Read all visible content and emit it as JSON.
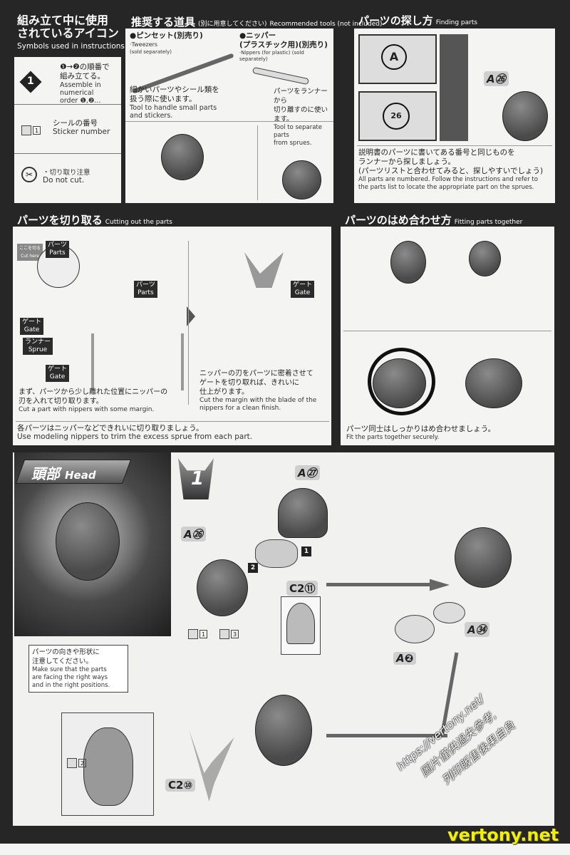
{
  "symbols": {
    "title_jp_1": "組み立て中に使用",
    "title_jp_2": "されているアイコン",
    "title_en": "Symbols used in instructions",
    "step_order_jp_1": "❶→❷の順番で",
    "step_order_jp_2": "組み立てる。",
    "step_order_en_1": "Assemble in numerical",
    "step_order_en_2": "order ❶,❷...",
    "step_icon": "1",
    "sticker_jp": "シールの番号",
    "sticker_en": "Sticker number",
    "sticker_num": "1",
    "nocut_jp": "・切り取り注意",
    "nocut_en": "Do not cut."
  },
  "tools": {
    "title_jp": "推奨する道具",
    "title_note": "(別に用意してください)",
    "title_en": "Recommended tools (not included)",
    "tweezers_jp": "●ピンセット(別売り)",
    "tweezers_en": "·Tweezers",
    "tweezers_note": "(sold separately)",
    "tweezers_desc_jp_1": "細かいパーツやシール類を",
    "tweezers_desc_jp_2": "扱う際に使います。",
    "tweezers_desc_en_1": "Tool to handle small parts",
    "tweezers_desc_en_2": "and stickers.",
    "nippers_jp_1": "●ニッパー",
    "nippers_jp_2": "(プラスチック用)(別売り)",
    "nippers_en": "·Nippers (for plastic) (sold separately)",
    "nippers_desc_jp_1": "パーツをランナーから",
    "nippers_desc_jp_2": "切り離すのに使います。",
    "nippers_desc_en_1": "Tool to separate parts",
    "nippers_desc_en_2": "from sprues."
  },
  "finding": {
    "title_jp": "パーツの探し方",
    "title_en": "Finding parts",
    "runner_letter": "A",
    "runner_number": "26",
    "part_label": "A㉖",
    "desc_jp_1": "説明書のパーツに書いてある番号と同じものを",
    "desc_jp_2": "ランナーから探しましょう。",
    "desc_jp_3": "(パーツリストと合わせてみると、探しやすいでしょう)",
    "desc_en_1": "All parts are numbered. Follow the instructions and refer to",
    "desc_en_2": "the parts list to locate the appropriate part on the sprues."
  },
  "cutting": {
    "title_jp": "パーツを切り取る",
    "title_en": "Cutting out the parts",
    "cut_here_jp": "ここを切る",
    "cut_here_en": "Cut here",
    "parts_jp": "パーツ",
    "parts_en": "Parts",
    "gate_jp": "ゲート",
    "gate_en": "Gate",
    "sprue_jp": "ランナー",
    "sprue_en": "Sprue",
    "step1_jp_1": "まず、パーツから少し離れた位置にニッパーの",
    "step1_jp_2": "刃を入れて切り取ります。",
    "step1_en": "Cut a part with nippers with some margin.",
    "step2_jp_1": "ニッパーの刃をパーツに密着させて",
    "step2_jp_2": "ゲートを切り取れば、きれいに",
    "step2_jp_3": "仕上がります。",
    "step2_en_1": "Cut the margin with the blade of the",
    "step2_en_2": "nippers for a clean finish.",
    "footer_jp": "各パーツはニッパーなどできれいに切り取りましょう。",
    "footer_en": "Use modeling nippers to trim the excess sprue from each part."
  },
  "fitting": {
    "title_jp": "パーツのはめ合わせ方",
    "title_en": "Fitting parts together",
    "desc_jp": "パーツ同士はしっかりはめ合わせましょう。",
    "desc_en": "Fit the parts together securely."
  },
  "head": {
    "title_jp": "頭部",
    "title_en": "Head",
    "step_number": "1",
    "note_jp_1": "パーツの向きや形状に",
    "note_jp_2": "注意してください。",
    "note_en_1": "Make sure that the parts",
    "note_en_2": "are facing the right ways",
    "note_en_3": "and in the right positions.",
    "parts": {
      "a26": "A㉖",
      "a27": "A㉗",
      "c2_11": "C2⑪",
      "a34": "A㉞",
      "a2": "A❷",
      "c2_10": "C2⑩"
    },
    "order_1": "1",
    "order_2": "2",
    "stickers": [
      "1",
      "3",
      "2"
    ]
  },
  "watermark": {
    "line1": "https://vertony.net/",
    "line2": "圖片僅供過失參考,",
    "line3": "列印販售後果自負",
    "brand": "vertony.net"
  }
}
